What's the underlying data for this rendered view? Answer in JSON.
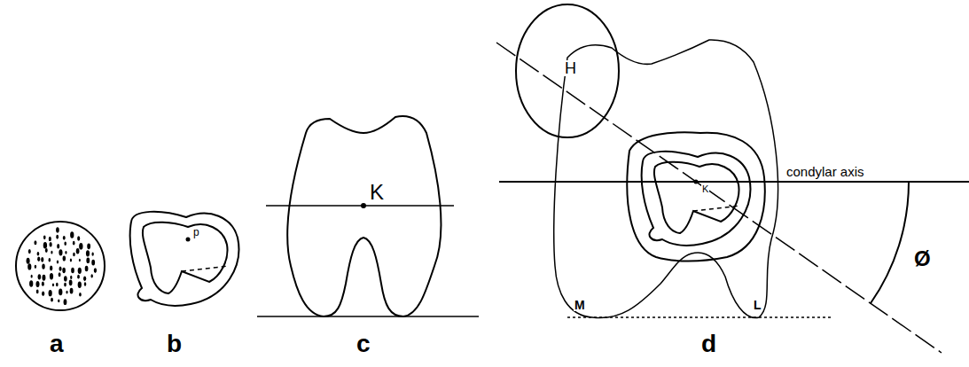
{
  "diagram": {
    "labels": [
      "a",
      "b",
      "c",
      "d",
      "p",
      "K",
      "H",
      "condylar axis",
      "K",
      "M",
      "L",
      "Ø"
    ]
  }
}
